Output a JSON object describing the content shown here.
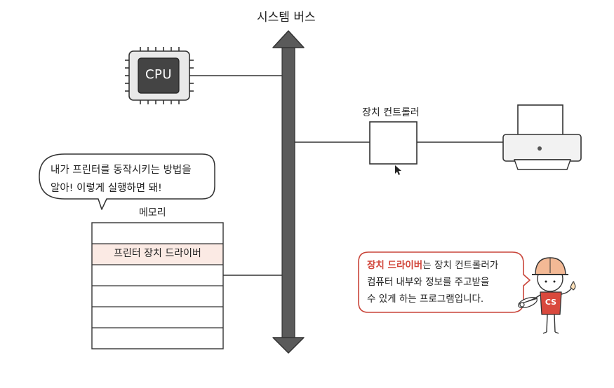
{
  "diagram": {
    "bus_title": "시스템 버스",
    "cpu_label": "CPU",
    "controller_label": "장치 컨트롤러",
    "memory_label": "메모리",
    "memory_rows": [
      "",
      "프린터 장치 드라이버",
      "",
      "",
      "",
      ""
    ],
    "speech_bubble": {
      "line1": "내가 프린터를 동작시키는 방법을",
      "line2": "알아! 이렇게 실행하면 돼!"
    },
    "info_box": {
      "highlight": "장치 드라이버",
      "line1_rest": "는 장치 컨트롤러가",
      "line2": "컴퓨터 내부와 정보를 주고받을",
      "line3": "수 있게 하는 프로그램입니다."
    },
    "character_badge": "CS",
    "colors": {
      "highlight_row": "#fbeae4",
      "info_border": "#c9453a",
      "highlight_text": "#d1453a",
      "bus": "#5a5a5a",
      "cpu_chip": "#444444",
      "helmet": "#f3b995",
      "shirt": "#d9493d"
    },
    "icons": [
      "cpu-chip-icon",
      "printer-icon",
      "mouse-cursor-icon",
      "engineer-character-icon"
    ]
  }
}
